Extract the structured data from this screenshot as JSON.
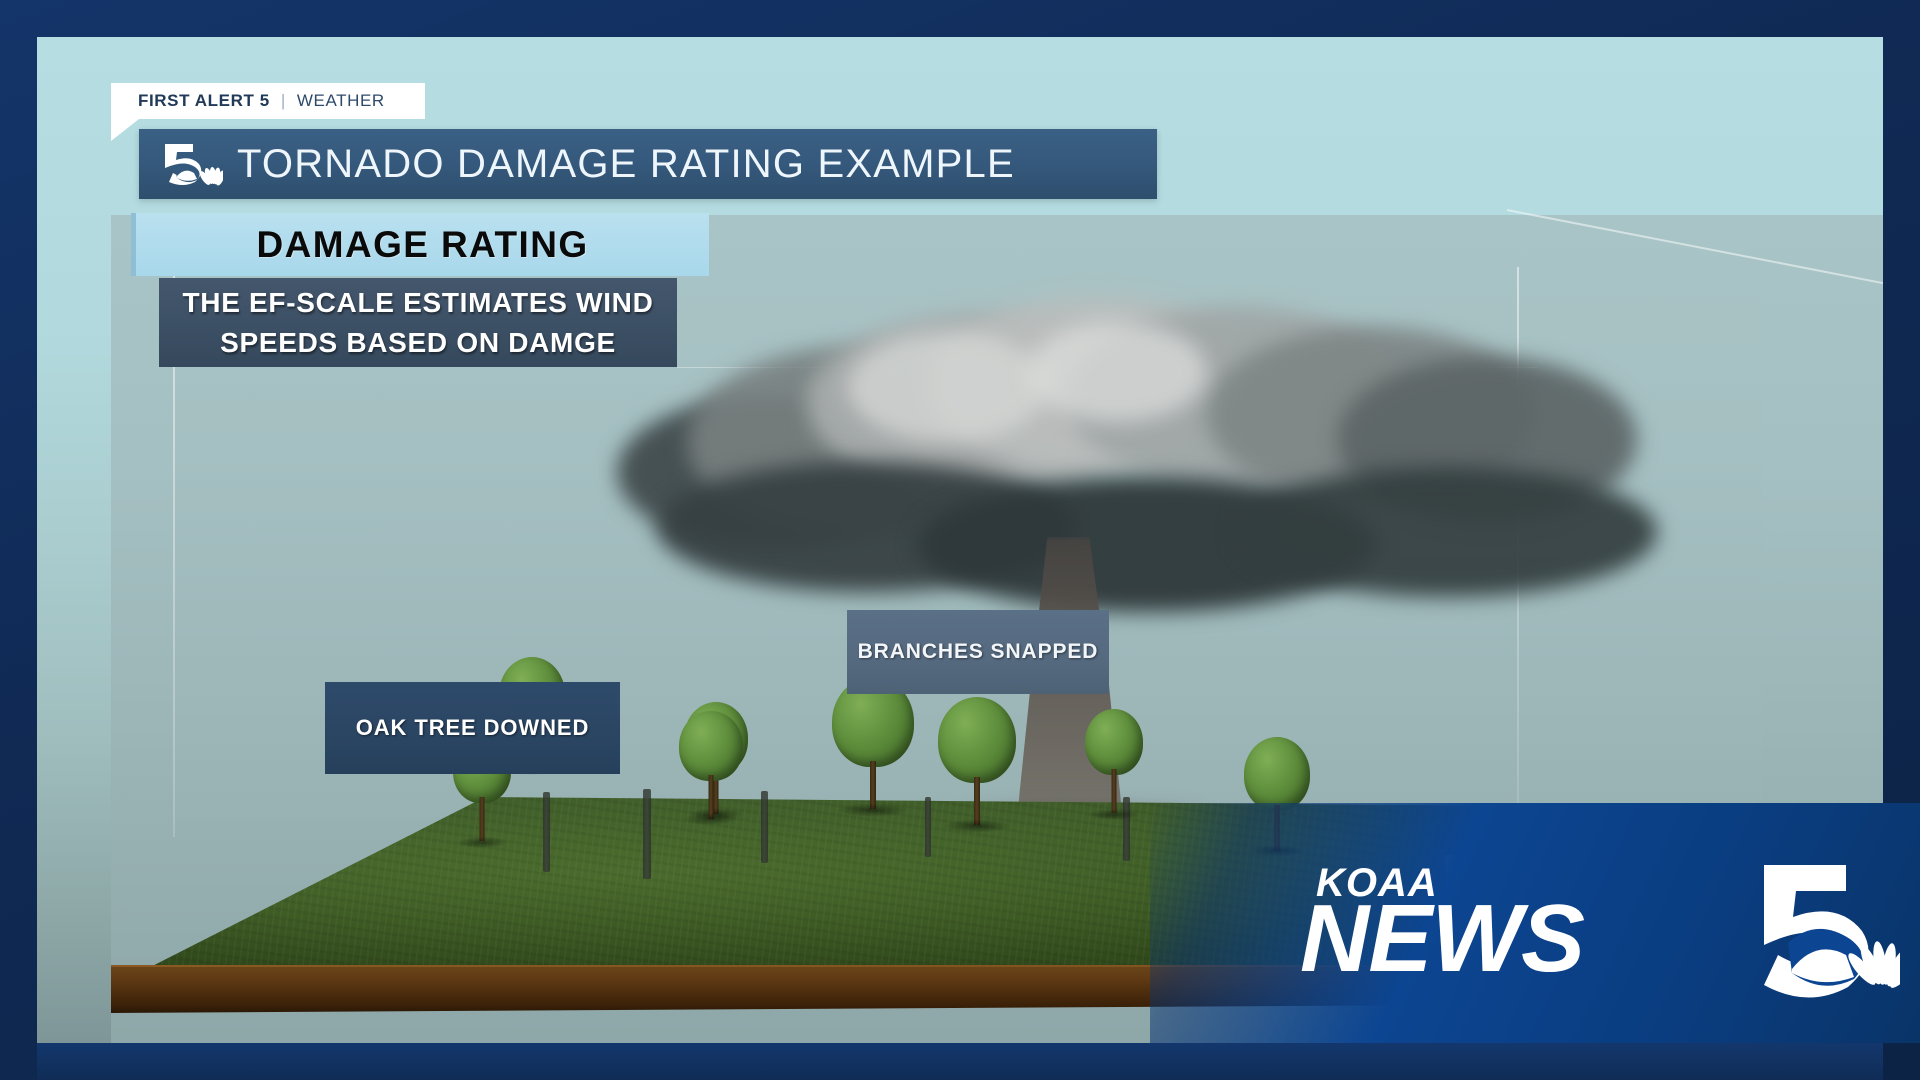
{
  "station": {
    "brand_primary": "#0c4591",
    "brand_dark": "#143260",
    "accent_light": "#a8d8eb"
  },
  "tab": {
    "strong_label": "FIRST ALERT 5",
    "separator": "|",
    "light_label": "WEATHER"
  },
  "header": {
    "logo_name": "nbc-5-peacock-logo",
    "title": "TORNADO DAMAGE RATING EXAMPLE"
  },
  "lower_third": {
    "heading": "DAMAGE RATING",
    "body_lines": [
      "THE EF-SCALE ESTIMATES WIND",
      "SPEEDS BASED ON DAMGE"
    ]
  },
  "callouts": [
    {
      "id": "oak-tree",
      "label": "OAK TREE DOWNED"
    },
    {
      "id": "branches",
      "label": "BRANCHES SNAPPED"
    }
  ],
  "scene": {
    "description_name": "tornado-damage-3d-scene",
    "tornado_name": "tornado-funnel",
    "cloud_name": "storm-cloud",
    "ground_name": "grass-ground-plane",
    "house_name": "house-model"
  },
  "bug": {
    "call_letters": "KOAA",
    "news_word": "NEWS",
    "channel_number": "5",
    "peacock_name": "nbc-peacock-logo"
  }
}
